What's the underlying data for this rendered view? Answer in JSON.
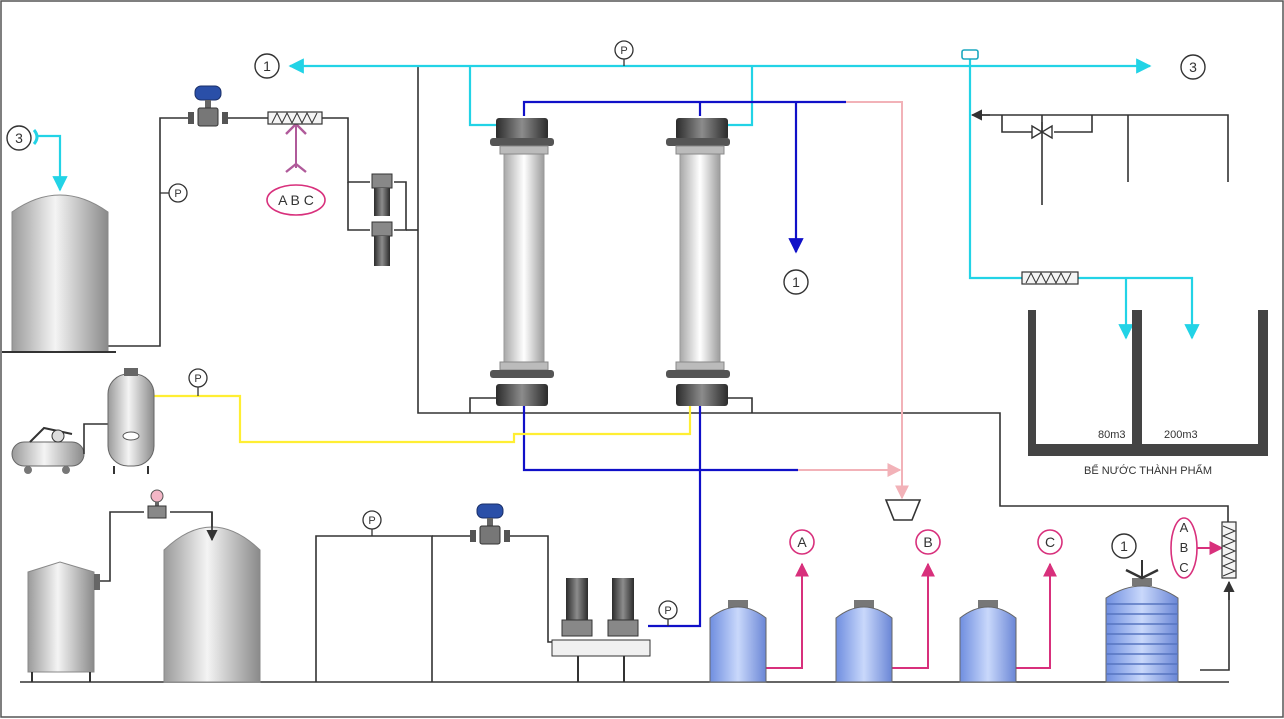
{
  "markers": {
    "p": "P",
    "one": "1",
    "three": "3",
    "a": "A",
    "b": "B",
    "c": "C",
    "abc_horizontal": "A B C",
    "abc_line1": "A",
    "abc_line2": "B",
    "abc_line3": "C"
  },
  "tank_labels": {
    "tank_small": "80m3",
    "tank_large": "200m3",
    "title": "BỂ NƯỚC THÀNH PHẨM"
  },
  "colors": {
    "cyan": "#22d3e6",
    "blue": "#1010c8",
    "pink": "#f2b2b8",
    "yellow": "#ffee33",
    "magenta": "#d8307c",
    "line": "#333333"
  }
}
